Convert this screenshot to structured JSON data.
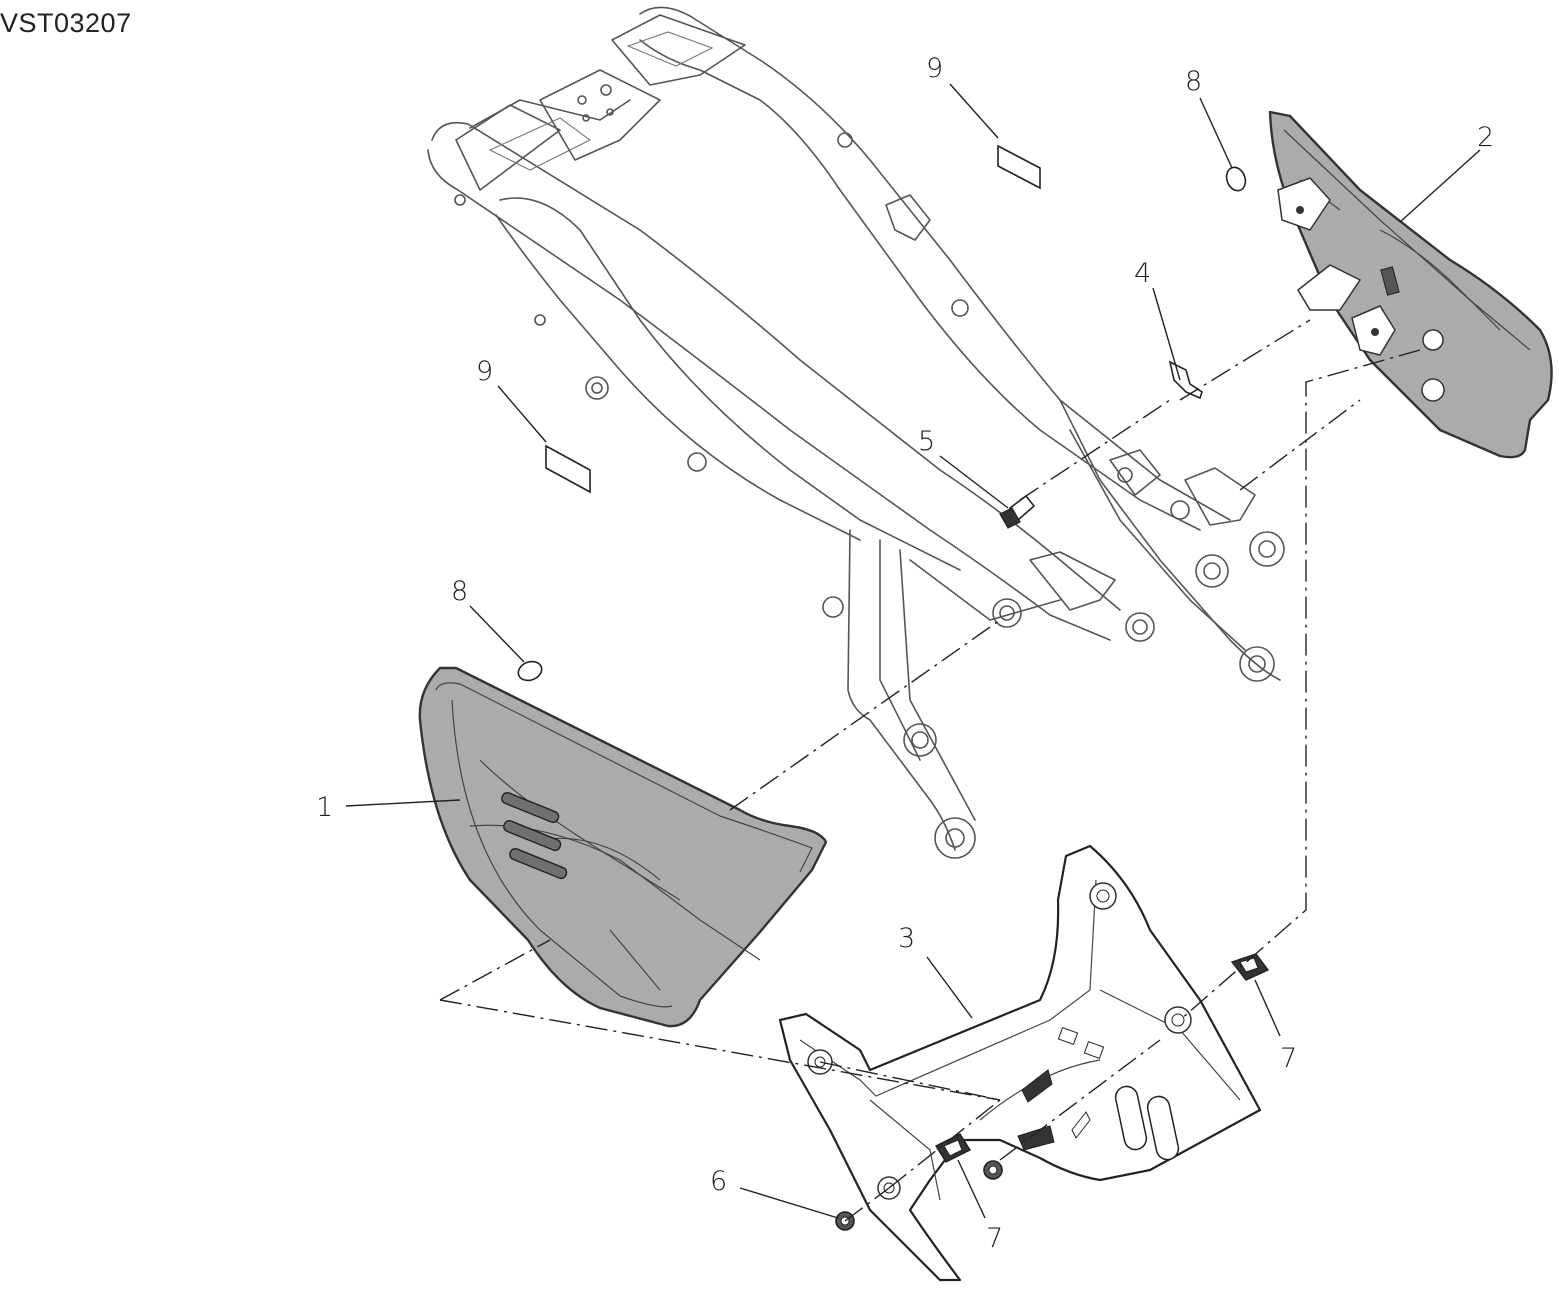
{
  "diagram_code": "VST03207",
  "callouts": [
    "1",
    "2",
    "3",
    "4",
    "5",
    "6",
    "7",
    "7",
    "8",
    "8",
    "9",
    "9"
  ],
  "colors": {
    "panel_fill": "#a9abad",
    "line": "#222222",
    "frame_line": "#555555",
    "background": "#ffffff"
  }
}
